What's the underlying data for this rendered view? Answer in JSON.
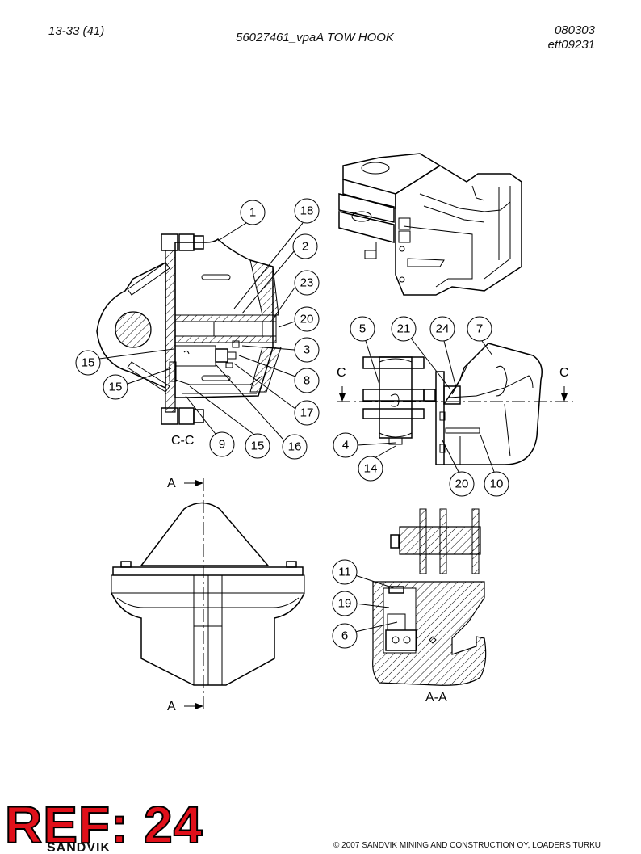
{
  "header": {
    "page": "13-33 (41)",
    "title": "56027461_vpaA TOW HOOK",
    "code1": "080303",
    "code2": "ett09231"
  },
  "views": {
    "cc": "C-C",
    "aa": "A-A",
    "a_top": "A",
    "a_bottom": "A",
    "c_left": "C",
    "c_right": "C"
  },
  "callouts": [
    "1",
    "18",
    "2",
    "23",
    "20",
    "3",
    "15",
    "15",
    "8",
    "17",
    "9",
    "15",
    "16",
    "5",
    "21",
    "24",
    "7",
    "4",
    "14",
    "20",
    "10",
    "11",
    "19",
    "6"
  ],
  "ref_label": "REF: 24",
  "footer": {
    "logo": "SANDVIK",
    "copyright": "© 2007 SANDVIK MINING AND CONSTRUCTION OY, LOADERS TURKU"
  }
}
